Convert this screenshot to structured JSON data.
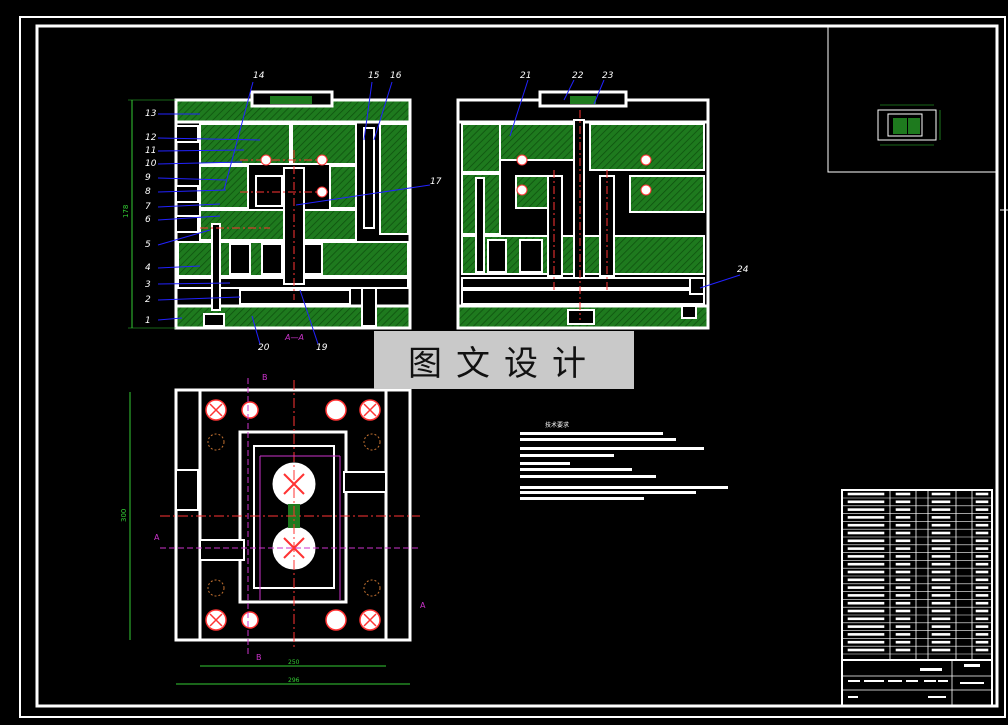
{
  "watermark": "图文设计",
  "section_labels": {
    "aa": "A—A"
  },
  "part_numbers": [
    "1",
    "2",
    "3",
    "4",
    "5",
    "6",
    "7",
    "8",
    "9",
    "10",
    "11",
    "12",
    "13",
    "14",
    "15",
    "16",
    "17",
    "19",
    "20",
    "21",
    "22",
    "23",
    "24"
  ],
  "view_markers": {
    "a": "A",
    "b": "B"
  },
  "dimensions": {
    "overall_height": "178",
    "plan_height": "300",
    "plan_width_inner": "250",
    "plan_width_outer": "296"
  },
  "tech_requirements": {
    "title": "技术要求"
  },
  "colors": {
    "background": "#000000",
    "frame": "#ffffff",
    "section_fill": "#1e7a1e",
    "centerline": "#ff3333",
    "leader": "#2222ff",
    "dimension": "#33cc33",
    "marker": "#cc33cc"
  }
}
